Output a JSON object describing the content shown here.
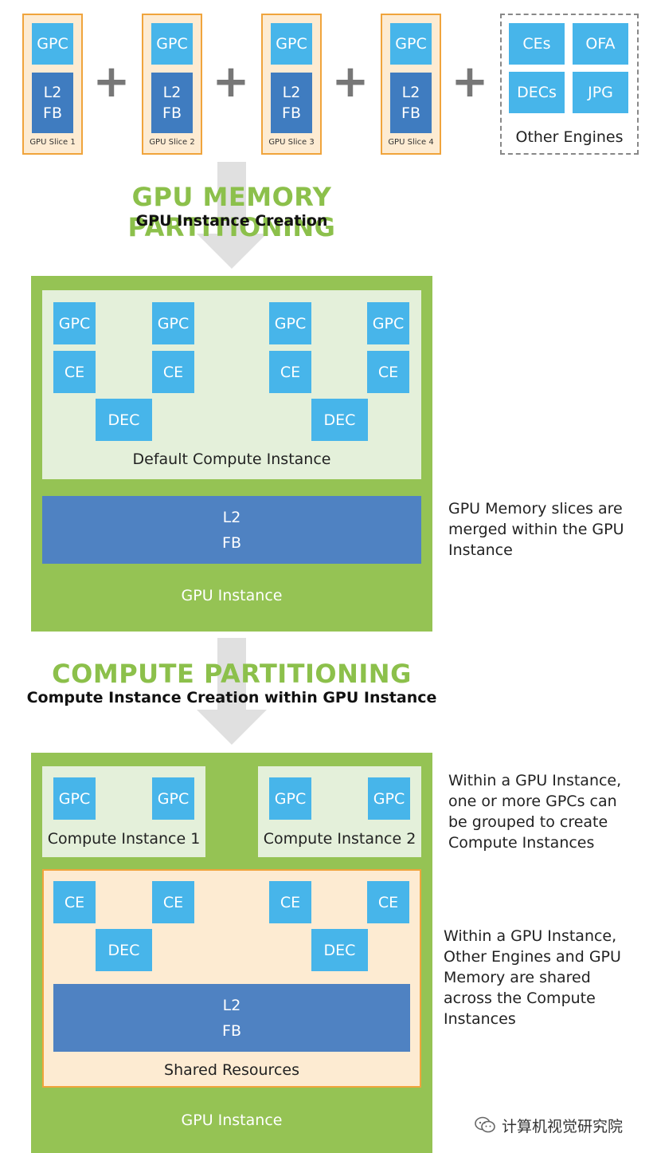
{
  "top_row": {
    "slices": [
      {
        "gpc": "GPC",
        "l2": "L2",
        "fb": "FB",
        "label": "GPU Slice 1"
      },
      {
        "gpc": "GPC",
        "l2": "L2",
        "fb": "FB",
        "label": "GPU Slice 2"
      },
      {
        "gpc": "GPC",
        "l2": "L2",
        "fb": "FB",
        "label": "GPU Slice 3"
      },
      {
        "gpc": "GPC",
        "l2": "L2",
        "fb": "FB",
        "label": "GPU Slice 4"
      }
    ],
    "plus": "+",
    "other_engines": {
      "items": [
        "CEs",
        "OFA",
        "DECs",
        "JPG"
      ],
      "label": "Other Engines"
    }
  },
  "section1": {
    "title": "GPU MEMORY PARTITIONING",
    "subtitle": "GPU Instance Creation"
  },
  "gpu_instance_1": {
    "gpc": [
      "GPC",
      "GPC",
      "GPC",
      "GPC"
    ],
    "ce": [
      "CE",
      "CE",
      "CE",
      "CE"
    ],
    "dec": [
      "DEC",
      "DEC"
    ],
    "compute_label": "Default Compute Instance",
    "l2": "L2",
    "fb": "FB",
    "label": "GPU Instance",
    "note": "GPU Memory slices are\nmerged within the GPU\nInstance"
  },
  "section2": {
    "title": "COMPUTE PARTITIONING",
    "subtitle": "Compute Instance Creation within GPU Instance"
  },
  "gpu_instance_2": {
    "ci1": {
      "gpc": [
        "GPC",
        "GPC"
      ],
      "label": "Compute Instance 1"
    },
    "ci2": {
      "gpc": [
        "GPC",
        "GPC"
      ],
      "label": "Compute Instance 2"
    },
    "ce": [
      "CE",
      "CE",
      "CE",
      "CE"
    ],
    "dec": [
      "DEC",
      "DEC"
    ],
    "l2": "L2",
    "fb": "FB",
    "shared_label": "Shared Resources",
    "label": "GPU Instance",
    "note1": "Within a GPU Instance,\none or more GPCs can\nbe grouped to create\nCompute Instances",
    "note2": "Within a GPU Instance,\nOther Engines and GPU\nMemory are shared\nacross the Compute\nInstances"
  },
  "watermark": "计算机视觉研究院",
  "colors": {
    "green": "#95c354",
    "title_green": "#8cc04b",
    "engine_blue": "#47b5ea",
    "memory_blue": "#4f82c2",
    "slice_fill": "#fdebd2",
    "slice_border": "#f0a43c"
  }
}
